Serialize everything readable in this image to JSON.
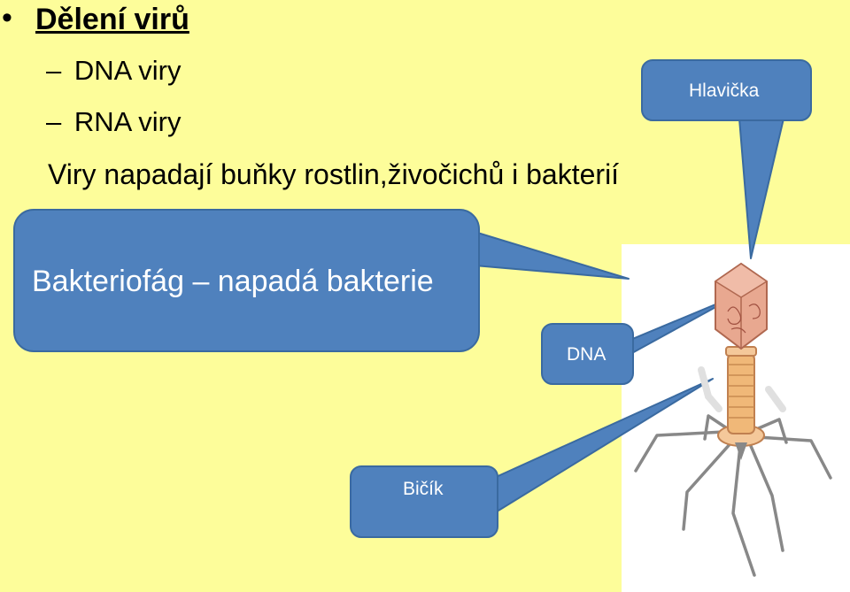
{
  "slide": {
    "bullet": "•",
    "title": "Dělení virů",
    "items": [
      {
        "dash": "–",
        "text": "DNA viry"
      },
      {
        "dash": "–",
        "text": "RNA viry"
      }
    ],
    "line": "Viry napadají buňky rostlin,živočichů i bakterií"
  },
  "callouts": {
    "main": "Bakteriofág – napadá bakterie",
    "head": "Hlavička",
    "dna": "DNA",
    "tail": "Bičík"
  },
  "colors": {
    "background": "#fdfd9a",
    "callout_fill": "#4f81bd",
    "callout_stroke": "#2e5a8a",
    "title": "#000000"
  }
}
